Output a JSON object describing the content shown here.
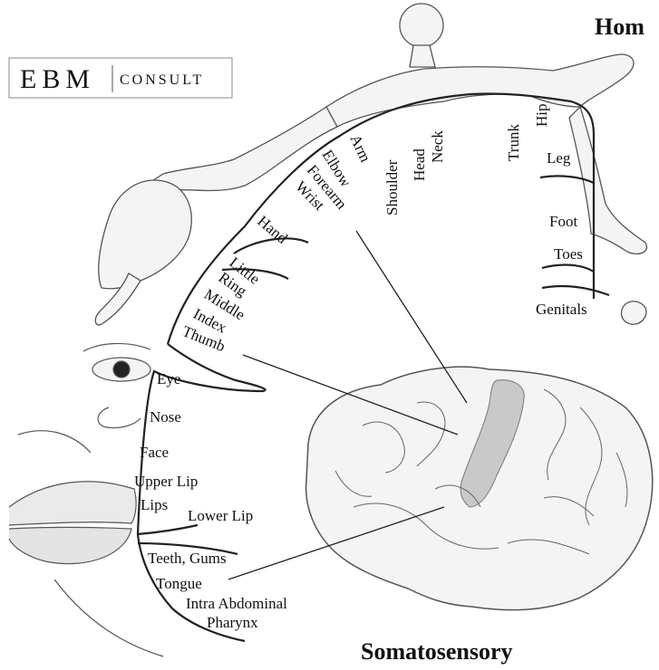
{
  "logo": {
    "ebm": "EBM",
    "consult": "CONSULT"
  },
  "title_top": "Hom",
  "title_bottom": "Somatosensory",
  "labels": {
    "arm": "Arm",
    "elbow": "Elbow",
    "forearm": "Forearm",
    "wrist": "Wrist",
    "hand": "Hand",
    "little": "Little",
    "ring": "Ring",
    "middle": "Middle",
    "index": "Index",
    "thumb": "Thumb",
    "shoulder": "Shoulder",
    "head": "Head",
    "neck": "Neck",
    "trunk": "Trunk",
    "hip": "Hip",
    "leg": "Leg",
    "foot": "Foot",
    "toes": "Toes",
    "genitals": "Genitals",
    "eye": "Eye",
    "nose": "Nose",
    "face": "Face",
    "upper_lip": "Upper Lip",
    "lips": "Lips",
    "lower_lip": "Lower Lip",
    "teeth_gums": "Teeth, Gums",
    "tongue": "Tongue",
    "intra_abdominal": "Intra Abdominal",
    "pharynx": "Pharynx"
  },
  "colors": {
    "ink": "#111111",
    "sketch": "#555555",
    "gyrus_fill": "#c9c9c9",
    "skin": "#f3f3f3"
  }
}
